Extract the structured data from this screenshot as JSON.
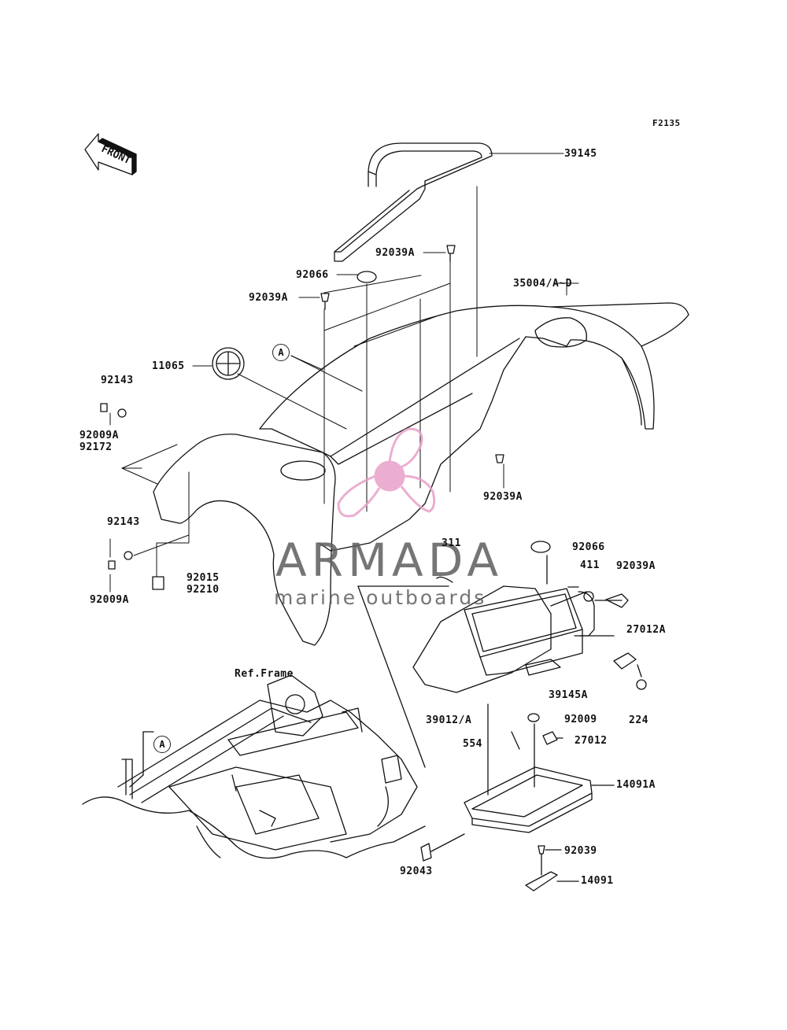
{
  "figure_code": "F2135",
  "front_arrow_text": "FRONT",
  "ref_label": "Ref.Frame",
  "callout_letter": "A",
  "watermark": {
    "title": "ARMADA",
    "subtitle": "marine outboards",
    "logo_color": "#e8a0c8",
    "text_color": "#5e5e5e"
  },
  "parts": [
    {
      "id": "p39145",
      "label": "39145"
    },
    {
      "id": "p92039A_top",
      "label": "92039A"
    },
    {
      "id": "p92066_top",
      "label": "92066"
    },
    {
      "id": "p92039A_left",
      "label": "92039A"
    },
    {
      "id": "p35004",
      "label": "35004/A~D"
    },
    {
      "id": "p11065",
      "label": "11065"
    },
    {
      "id": "p92143_top",
      "label": "92143"
    },
    {
      "id": "p92009A_top",
      "label": "92009A"
    },
    {
      "id": "p92172",
      "label": "92172"
    },
    {
      "id": "p92039A_right",
      "label": "92039A"
    },
    {
      "id": "p92143_bot",
      "label": "92143"
    },
    {
      "id": "p92009A_bot",
      "label": "92009A"
    },
    {
      "id": "p92015",
      "label": "92015"
    },
    {
      "id": "p92210",
      "label": "92210"
    },
    {
      "id": "p311",
      "label": "311"
    },
    {
      "id": "p92066_bot",
      "label": "92066"
    },
    {
      "id": "p411",
      "label": "411"
    },
    {
      "id": "p92039A_bot",
      "label": "92039A"
    },
    {
      "id": "p27012A",
      "label": "27012A"
    },
    {
      "id": "p39145A",
      "label": "39145A"
    },
    {
      "id": "p224",
      "label": "224"
    },
    {
      "id": "p39012A",
      "label": "39012/A"
    },
    {
      "id": "p92009",
      "label": "92009"
    },
    {
      "id": "p554",
      "label": "554"
    },
    {
      "id": "p27012",
      "label": "27012"
    },
    {
      "id": "p14091A",
      "label": "14091A"
    },
    {
      "id": "p92039",
      "label": "92039"
    },
    {
      "id": "p92043",
      "label": "92043"
    },
    {
      "id": "p14091",
      "label": "14091"
    }
  ]
}
